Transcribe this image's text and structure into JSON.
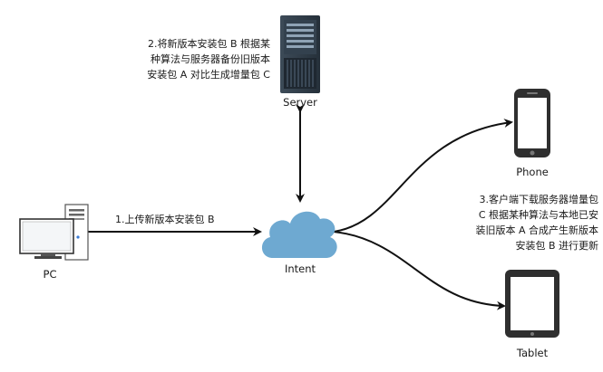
{
  "nodes": {
    "pc": {
      "label": "PC"
    },
    "server": {
      "label": "Server"
    },
    "cloud": {
      "label": "Intent"
    },
    "phone": {
      "label": "Phone"
    },
    "tablet": {
      "label": "Tablet"
    }
  },
  "edges": {
    "pc_to_cloud": {
      "label": "1.上传新版本安装包 B"
    }
  },
  "annotations": {
    "server_note": {
      "lines": [
        "2.将新版本安装包 B 根据某",
        "种算法与服务器备份旧版本",
        "安装包 A 对比生成增量包 C"
      ]
    },
    "client_note": {
      "lines": [
        "3.客户端下载服务器增量包",
        "C 根据某种算法与本地已安",
        "装旧版本 A 合成产生新版本",
        "安装包 B 进行更新"
      ]
    }
  },
  "colors": {
    "cloud_fill": "#6ea9d1",
    "device_dark": "#2f2f2f",
    "server_dark": "#2e3a46",
    "line": "#111111"
  }
}
